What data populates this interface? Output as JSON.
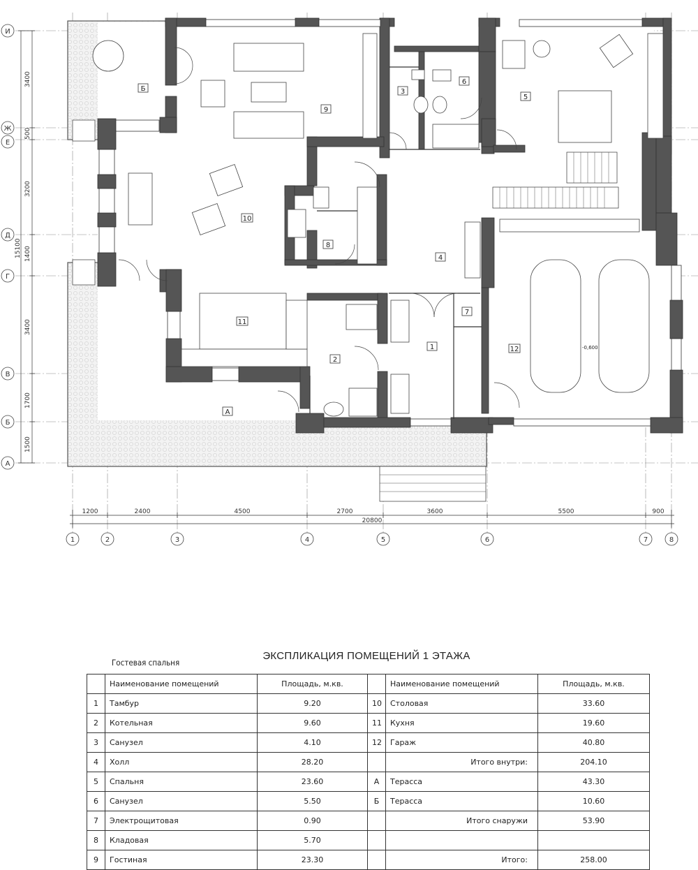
{
  "plan": {
    "axes_rows": [
      "И",
      "Ж",
      "Е",
      "Д",
      "Г",
      "В",
      "Б",
      "А"
    ],
    "axes_cols": [
      "1",
      "2",
      "3",
      "4",
      "5",
      "6",
      "7",
      "8"
    ],
    "dims_left": [
      "3400",
      "500",
      "3200",
      "1400",
      "3400",
      "1700",
      "1500"
    ],
    "dim_left_total": "15100",
    "dims_bottom": [
      "1200",
      "2400",
      "4500",
      "2700",
      "3600",
      "5500",
      "900"
    ],
    "dim_bottom_total": "20800",
    "room_tags": [
      "Б",
      "9",
      "3",
      "6",
      "5",
      "10",
      "8",
      "4",
      "11",
      "2",
      "7",
      "1",
      "12",
      "А"
    ],
    "garage_level": "-0,600"
  },
  "legend": {
    "title": "ЭКСПЛИКАЦИЯ ПОМЕЩЕНИЙ 1 ЭТАЖА",
    "note": "Гостевая спальня",
    "headers": {
      "name": "Наименование помещений",
      "area": "Площадь, м.кв."
    },
    "rows": [
      {
        "no": "1",
        "name": "Тамбур",
        "area": "9.20",
        "no2": "10",
        "name2": "Столовая",
        "area2": "33.60"
      },
      {
        "no": "2",
        "name": "Котельная",
        "area": "9.60",
        "no2": "11",
        "name2": "Кухня",
        "area2": "19.60"
      },
      {
        "no": "3",
        "name": "Санузел",
        "area": "4.10",
        "no2": "12",
        "name2": "Гараж",
        "area2": "40.80"
      },
      {
        "no": "4",
        "name": "Холл",
        "area": "28.20",
        "no2": "",
        "name2": "Итого внутри:",
        "area2": "204.10"
      },
      {
        "no": "5",
        "name": "Спальня",
        "area": "23.60",
        "no2": "А",
        "name2": "Терасса",
        "area2": "43.30"
      },
      {
        "no": "6",
        "name": "Санузел",
        "area": "5.50",
        "no2": "Б",
        "name2": "Терасса",
        "area2": "10.60"
      },
      {
        "no": "7",
        "name": "Электрощитовая",
        "area": "0.90",
        "no2": "",
        "name2": "Итого снаружи",
        "area2": "53.90"
      },
      {
        "no": "8",
        "name": "Кладовая",
        "area": "5.70",
        "no2": "",
        "name2": "",
        "area2": ""
      },
      {
        "no": "9",
        "name": "Гостиная",
        "area": "23.30",
        "no2": "",
        "name2": "Итого:",
        "area2": "258.00"
      }
    ]
  }
}
